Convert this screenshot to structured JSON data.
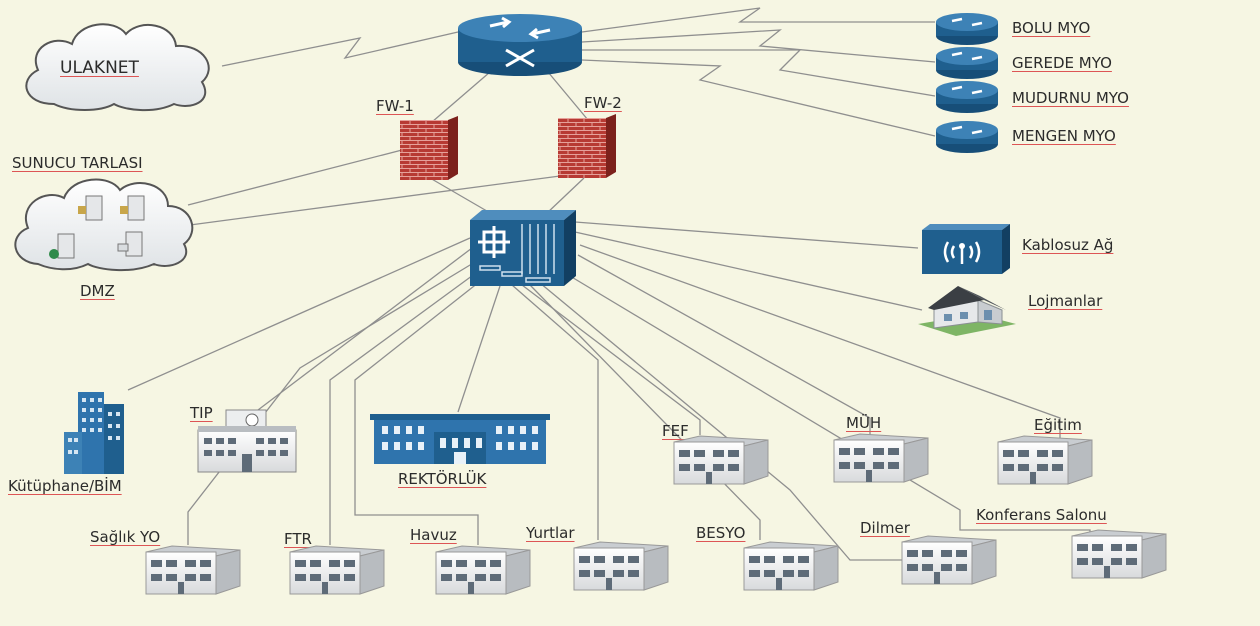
{
  "diagram": {
    "core_router": "core-router-icon",
    "internet": {
      "label": "ULAKNET"
    },
    "firewalls": [
      {
        "label": "FW-1"
      },
      {
        "label": "FW-2"
      }
    ],
    "server_farm": {
      "title": "SUNUCU TARLASI",
      "subtitle": "DMZ"
    },
    "remote_sites": [
      {
        "label": "BOLU MYO"
      },
      {
        "label": "GEREDE MYO"
      },
      {
        "label": "MUDURNU MYO"
      },
      {
        "label": "MENGEN MYO"
      }
    ],
    "wireless": {
      "label": "Kablosuz Ağ"
    },
    "housing": {
      "label": "Lojmanlar"
    },
    "buildings": {
      "library": "Kütüphane/BİM",
      "medicine": "TIP",
      "rectorate": "REKTÖRLÜK",
      "fef": "FEF",
      "engineering": "MÜH",
      "education": "Eğitim",
      "health_school": "Sağlık YO",
      "ftr": "FTR",
      "pool": "Havuz",
      "dorms": "Yurtlar",
      "besyo": "BESYO",
      "dilmer": "Dilmer",
      "conference": "Konferans Salonu"
    },
    "colors": {
      "background": "#f6f6e3",
      "device_blue": "#1f5f8e",
      "firewall_red": "#b63a32",
      "link": "#8a8a8a",
      "underline": "#dd5555"
    }
  }
}
